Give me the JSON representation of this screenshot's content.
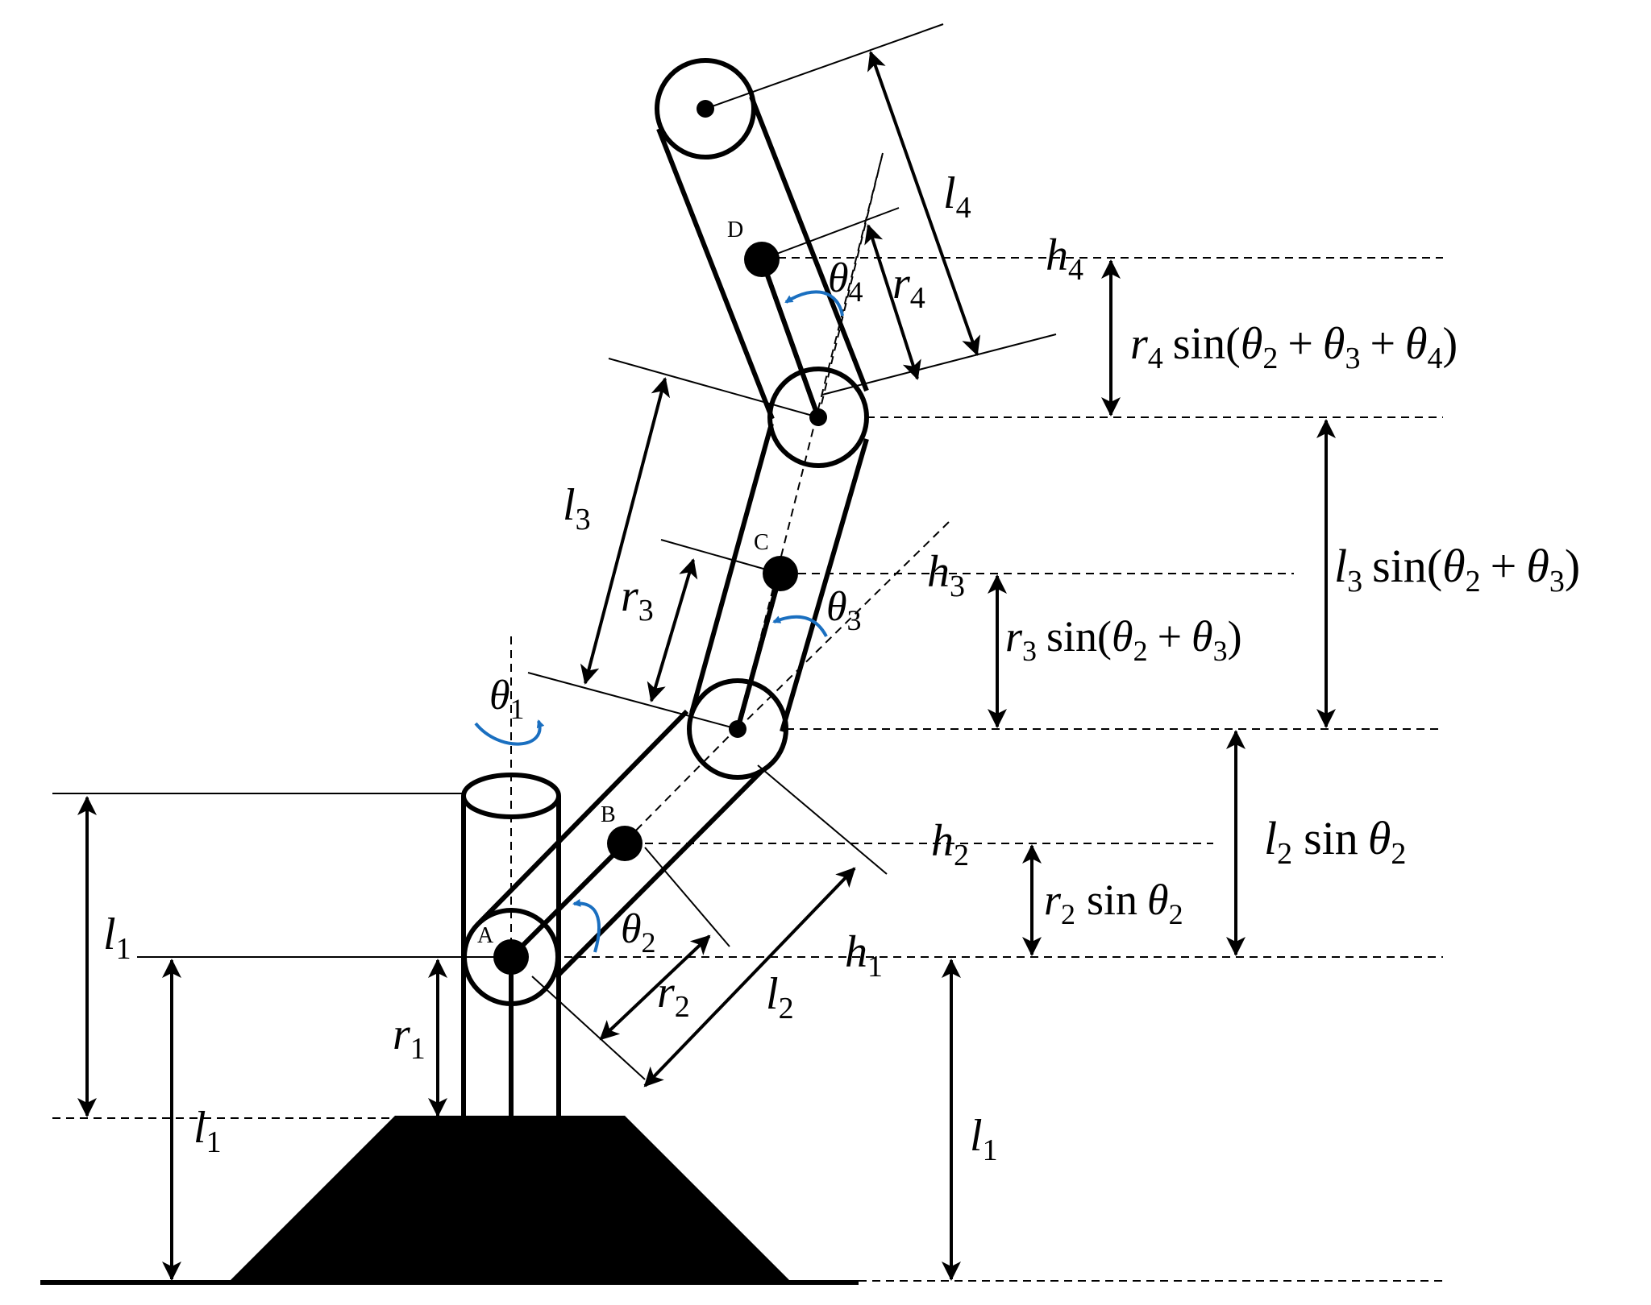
{
  "points": {
    "A": "A",
    "B": "B",
    "C": "C",
    "D": "D"
  },
  "symbols": {
    "theta": "θ",
    "l": "l",
    "r": "r",
    "h": "h",
    "sub1": "1",
    "sub2": "2",
    "sub3": "3",
    "sub4": "4"
  },
  "expr": {
    "sin": "sin",
    "open": "(",
    "close": ")",
    "plus": "+"
  },
  "colors": {
    "line": "#000000",
    "rotation_arrow": "#1a6fc0",
    "background": "#ffffff"
  }
}
